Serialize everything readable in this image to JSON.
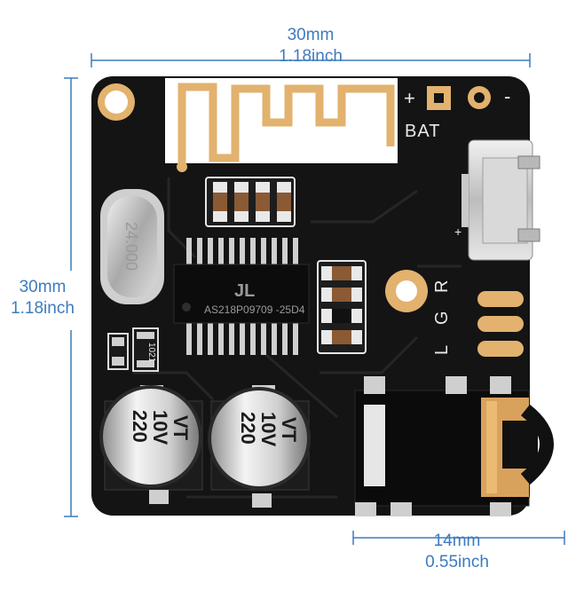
{
  "dimensions": {
    "top": {
      "mm": "30mm",
      "inch": "1.18inch"
    },
    "left": {
      "mm": "30mm",
      "inch": "1.18inch"
    },
    "bottom": {
      "mm": "14mm",
      "inch": "0.55inch"
    }
  },
  "board": {
    "battery_label": "BAT",
    "plus_sign": "+",
    "minus_sign": "-",
    "crystal_label": "24.000",
    "chip_logo": "JL",
    "chip_label": "AS218P09709 -25D4",
    "small_chip_label": "1021",
    "audio_pins": [
      "R",
      "G",
      "L"
    ],
    "capacitors": [
      {
        "value": "220",
        "voltage": "10V",
        "code": "VT"
      },
      {
        "value": "220",
        "voltage": "10V",
        "code": "VT"
      }
    ],
    "colors": {
      "pcb": "#141414",
      "gold": "#e2b26e",
      "dimension": "#3d7bbf",
      "silkscreen": "#e9e9e9"
    }
  }
}
